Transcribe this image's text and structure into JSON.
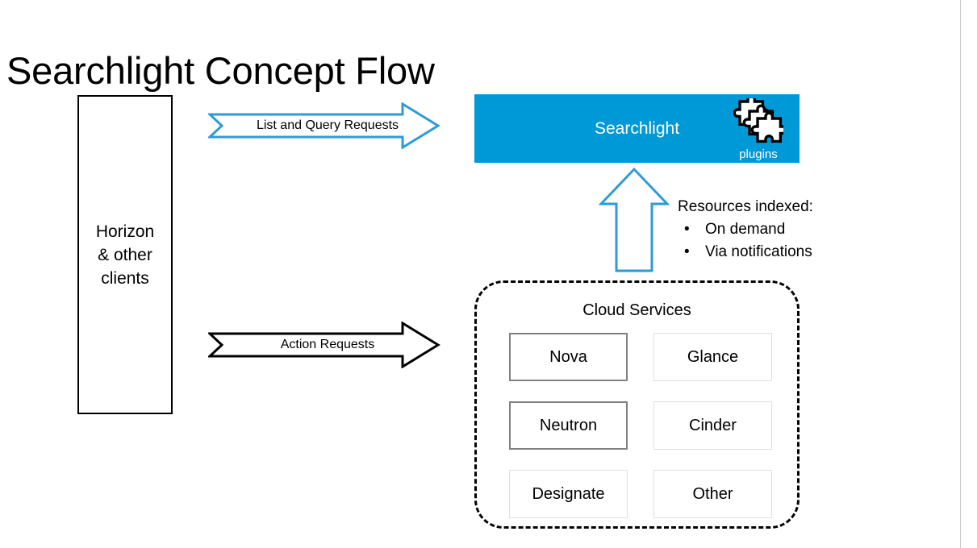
{
  "slide": {
    "title": "Searchlight Concept Flow",
    "edge_color": "#c8c8c8"
  },
  "clients": {
    "name": "clients-box",
    "lines": "Horizon\n& other\nclients",
    "text": "Horizon & other clients",
    "border_color": "#000000"
  },
  "flows": [
    {
      "id": "list-and-query-requests",
      "label": "List and Query Requests",
      "color": "#2e9bd6",
      "direction": "right"
    },
    {
      "id": "action-requests",
      "label": "Action Requests",
      "color": "#000000",
      "direction": "right"
    }
  ],
  "searchlight": {
    "label": "Searchlight",
    "background": "#0099d8",
    "text_color": "#ffffff",
    "plugins_caption": "plugins",
    "plugins_icon": "puzzle-pieces-icon"
  },
  "index_flow": {
    "arrow_direction": "up",
    "arrow_color": "#2e9bd6",
    "heading": "Resources indexed:",
    "bullets": [
      "On demand",
      "Via notifications"
    ]
  },
  "cloud_services": {
    "title": "Cloud Services",
    "border_style": "dashed",
    "border_color": "#000000",
    "items": [
      {
        "label": "Nova",
        "emphasis": "strong",
        "border_color": "#808080"
      },
      {
        "label": "Glance",
        "emphasis": "faint",
        "border_color": "#dedede"
      },
      {
        "label": "Neutron",
        "emphasis": "strong",
        "border_color": "#808080"
      },
      {
        "label": "Cinder",
        "emphasis": "faint",
        "border_color": "#dedede"
      },
      {
        "label": "Designate",
        "emphasis": "faint",
        "border_color": "#dedede"
      },
      {
        "label": "Other",
        "emphasis": "faint",
        "border_color": "#dedede"
      }
    ]
  }
}
